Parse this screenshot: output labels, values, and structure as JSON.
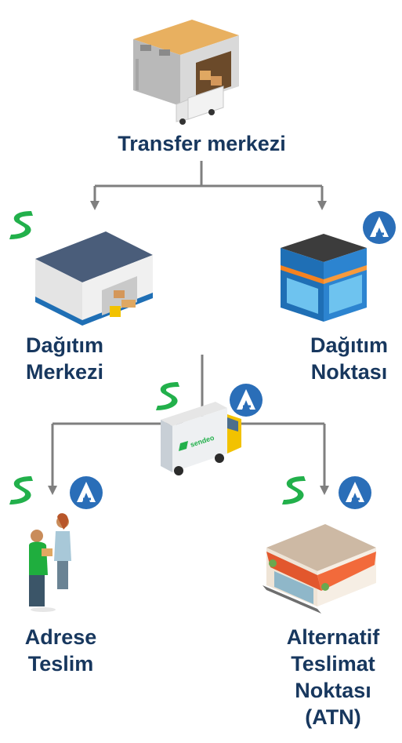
{
  "nodes": {
    "transfer_center": {
      "label": "Transfer merkezi"
    },
    "distribution_center": {
      "line1": "Dağıtım",
      "line2": "Merkezi"
    },
    "distribution_point": {
      "line1": "Dağıtım",
      "line2": "Noktası"
    },
    "address_delivery": {
      "line1": "Adrese",
      "line2": "Teslim"
    },
    "alt_delivery_point": {
      "line1": "Alternatif",
      "line2": "Teslimat",
      "line3": "Noktası",
      "line4": "(ATN)"
    }
  },
  "truck": {
    "brand_text": "sendeo"
  },
  "colors": {
    "label": "#17375e",
    "connector": "#7f7f7f",
    "sendeo_green": "#22b04b",
    "brand_a_blue": "#2a6eb8"
  },
  "icons": [
    "warehouse-icon",
    "delivery-van-icon",
    "sendeo-logo-icon",
    "a-logo-icon",
    "store-icon",
    "people-handover-icon",
    "shop-icon",
    "truck-icon"
  ]
}
